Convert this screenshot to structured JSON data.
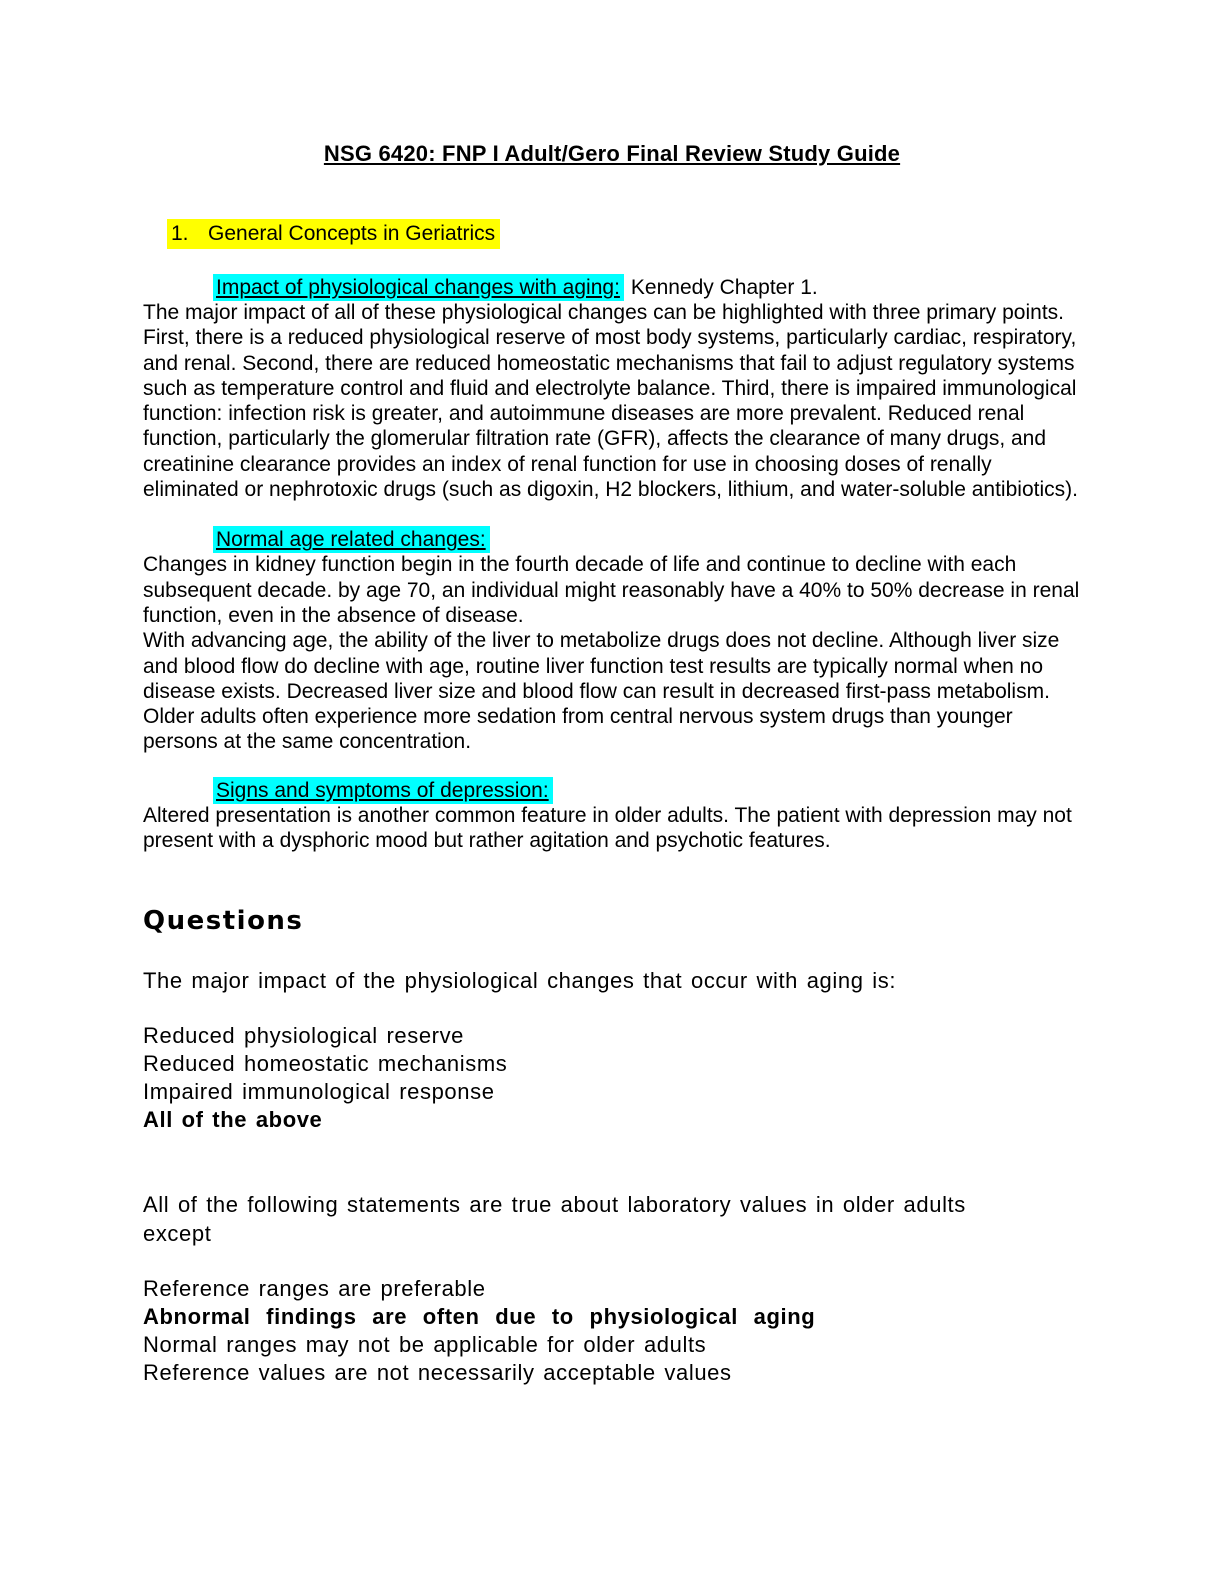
{
  "document": {
    "title": "NSG 6420: FNP I Adult/Gero Final Review Study Guide",
    "section_item": {
      "number": "1.",
      "label": "General Concepts in Geriatrics"
    },
    "topics": [
      {
        "heading": "Impact of physiological changes with aging:",
        "suffix": "Kennedy Chapter 1.",
        "paragraphs": [
          "The major impact of all of these physiological changes can be highlighted with three primary points. First, there is a reduced physiological reserve of most body systems, particularly cardiac, respiratory, and renal. Second, there are reduced homeostatic mechanisms that fail to adjust regulatory systems such as temperature control and fluid and electrolyte balance. Third, there is impaired immunological function: infection risk is greater, and autoimmune diseases are more prevalent. Reduced renal function, particularly the glomerular filtration rate (GFR), affects the clearance of many drugs, and creatinine clearance provides an index of renal function for use in choosing doses of renally eliminated or nephrotoxic drugs (such as digoxin, H2 blockers, lithium, and water-soluble antibiotics)."
        ]
      },
      {
        "heading": "Normal age related changes:",
        "suffix": "",
        "paragraphs": [
          "Changes in kidney function begin in the fourth decade of life and continue to decline with each subsequent decade. by age 70, an individual might reasonably have a 40% to 50% decrease in renal function, even in the absence of disease.",
          "With advancing age, the ability of the liver to metabolize drugs does not decline. Although liver size and blood flow do decline with age, routine liver function test results are typically normal when no disease exists. Decreased liver size and blood flow can result in decreased first-pass metabolism.",
          "Older adults often experience more sedation from central nervous system drugs than younger persons at the same concentration."
        ]
      },
      {
        "heading": "Signs and symptoms of depression:",
        "suffix": "",
        "paragraphs": [
          "Altered presentation is another common feature in older adults. The patient with depression may not present with a dysphoric mood but rather agitation and psychotic features."
        ]
      }
    ],
    "questions_title": "Questions",
    "questions": [
      {
        "prompt": "The major impact of the physiological changes that occur with aging is:",
        "options": [
          "Reduced physiological reserve",
          "Reduced homeostatic mechanisms",
          "Impaired immunological response",
          "All of the above"
        ],
        "bold_option_index": 3
      },
      {
        "prompt": "All of the following statements are true about laboratory values in older adults except",
        "options": [
          "Reference ranges are preferable",
          "Abnormal findings are often due to physiological aging",
          "Normal ranges may not be applicable for older adults",
          "Reference values are not necessarily acceptable values"
        ],
        "bold_option_index": 1
      }
    ],
    "highlight_colors": {
      "yellow": "#FFFF00",
      "cyan": "#00FFFF"
    }
  }
}
